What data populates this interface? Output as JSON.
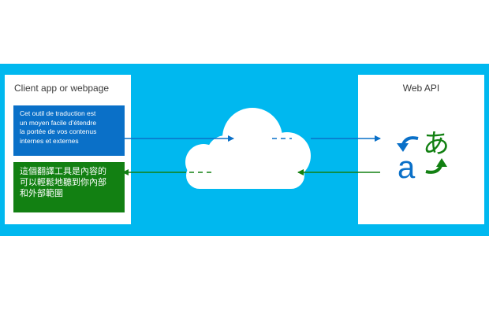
{
  "client_panel": {
    "title": "Client app or webpage",
    "source_text": [
      "Cet outil de traduction est",
      "un moyen facile d'étendre",
      "la portée de vos contenus",
      "internes et externes"
    ],
    "translated_text": [
      "這個翻譯工具是內容的",
      "可以輕鬆地聽到你內部",
      "和外部範圍"
    ]
  },
  "api_panel": {
    "title": "Web API",
    "icon_glyph_source": "あ",
    "icon_glyph_target": "a"
  },
  "colors": {
    "band": "#00b8ef",
    "request_arrow": "#0a70c8",
    "response_arrow": "#128012"
  }
}
